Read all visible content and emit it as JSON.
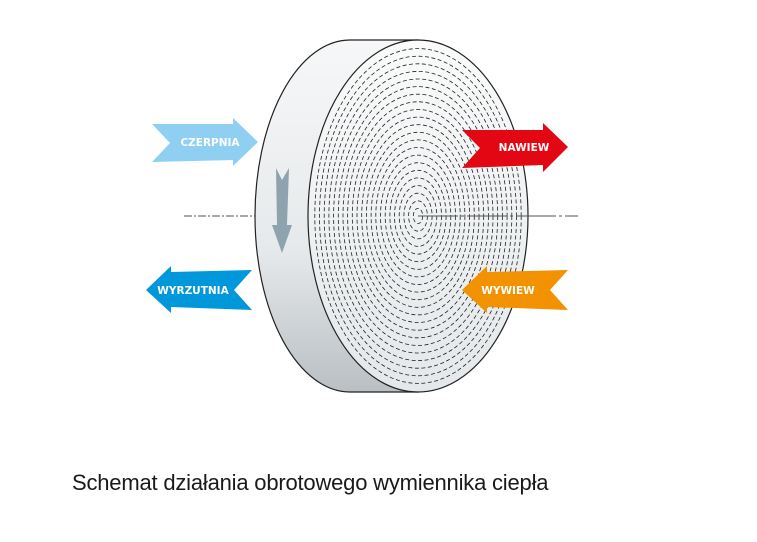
{
  "diagram": {
    "arrows": {
      "czerpnia": {
        "label": "CZERPNIA",
        "color": "#8ecff2"
      },
      "nawiew": {
        "label": "NAWIEW",
        "color": "#e30613"
      },
      "wyrzutnia": {
        "label": "WYRZUTNIA",
        "color": "#0098da"
      },
      "wywiew": {
        "label": "WYWIEW",
        "color": "#f39200"
      }
    },
    "rotation_arrow_color": "#8fa3af"
  },
  "caption": "Schemat działania obrotowego wymiennika ciepła"
}
